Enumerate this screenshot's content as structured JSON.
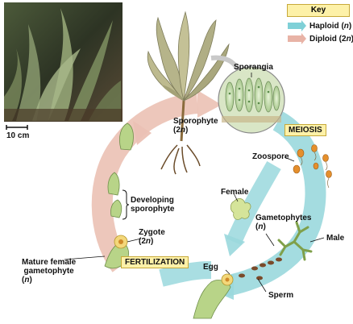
{
  "key": {
    "title": "Key",
    "haploid_label": "Haploid (",
    "haploid_n": "n",
    "haploid_close": ")",
    "diploid_label": "Diploid (2",
    "diploid_n": "n",
    "diploid_close": ")",
    "haploid_color": "#7fd0d7",
    "diploid_color": "#e8b3a6"
  },
  "scale_bar": "10 cm",
  "labels": {
    "sporangia": "Sporangia",
    "sporophyte": "Sporophyte",
    "sporophyte_ploidy_pre": "(2",
    "sporophyte_ploidy_n": "n",
    "sporophyte_ploidy_post": ")",
    "meiosis": "MEIOSIS",
    "zoospore": "Zoospore",
    "female": "Female",
    "gametophytes": "Gametophytes",
    "gametophytes_ploidy_pre": "(",
    "gametophytes_ploidy_n": "n",
    "gametophytes_ploidy_post": ")",
    "male": "Male",
    "developing": "Developing",
    "sporophyte_dev": "sporophyte",
    "zygote": "Zygote",
    "zygote_ploidy_pre": "(2",
    "zygote_ploidy_n": "n",
    "zygote_ploidy_post": ")",
    "mature_female_1": "Mature female",
    "mature_female_2": "gametophyte",
    "mature_female_3_pre": "(",
    "mature_female_3_n": "n",
    "mature_female_3_post": ")",
    "fertilization": "FERTILIZATION",
    "egg": "Egg",
    "sperm": "Sperm"
  }
}
